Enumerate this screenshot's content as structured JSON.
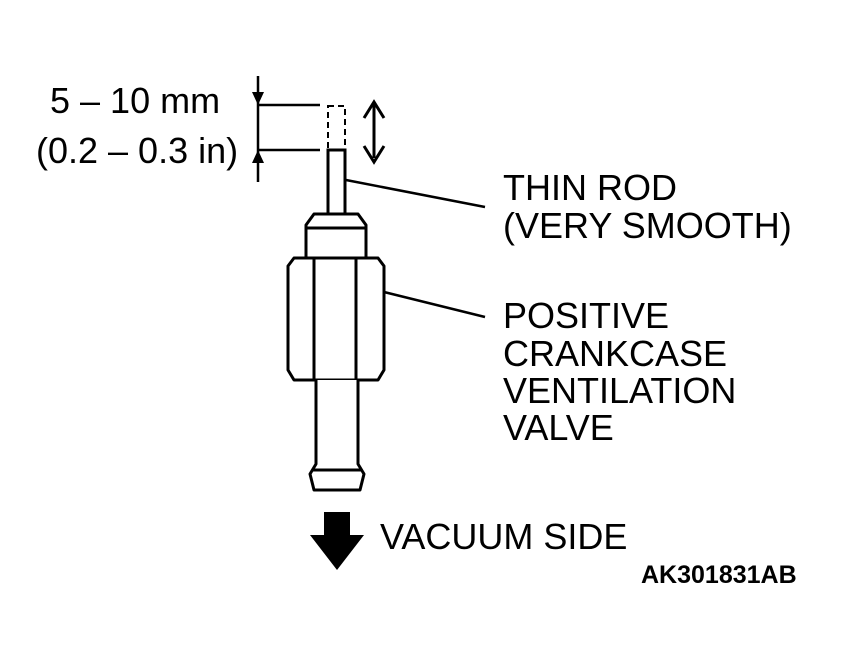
{
  "dimension": {
    "metric": "5 – 10 mm",
    "imperial": "(0.2 – 0.3 in)"
  },
  "callouts": {
    "thin_rod": [
      "THIN ROD",
      "(VERY SMOOTH)"
    ],
    "valve": [
      "POSITIVE",
      "CRANKCASE",
      "VENTILATION",
      "VALVE"
    ]
  },
  "flow_label": "VACUUM SIDE",
  "figure_code": "AK301831AB",
  "colors": {
    "ink": "#000000",
    "paper": "#ffffff"
  }
}
